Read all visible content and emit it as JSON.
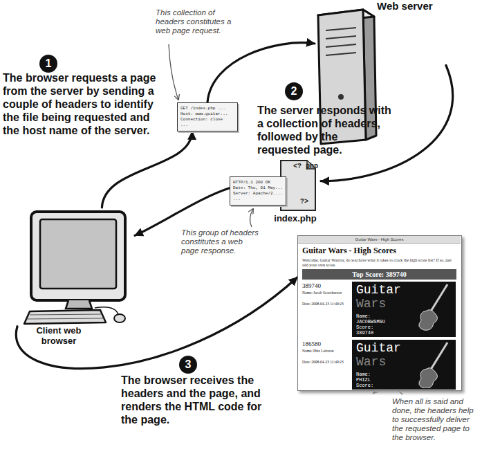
{
  "diagram": {
    "nodes": [
      {
        "text": [
          "Web server"
        ]
      },
      {
        "text": [
          "GET /index.php ...",
          "Host: www.guitar...",
          "Connection: close",
          "..."
        ]
      },
      {
        "text": [
          "HTTP/1.1 200 OK",
          "Date: Thu, 01 May...",
          "Server: Apache/2....",
          "..."
        ]
      },
      {
        "text": [
          "<? php",
          "?>",
          "index.php"
        ]
      },
      {
        "text": [
          "Client web browser"
        ]
      },
      {
        "text": [
          "Guitar Wars - High Scores",
          "Guitar Wars - High Scores",
          "Welcome, Guitar Warrior, do you have what it takes to crack the high score list? If so, just add your own score.",
          "Top Score: 389740",
          "389740",
          "Name: Jacob Scorcherson",
          "Date: 2008-04-23 11:49:23",
          "186580",
          "Name: Phiz Lairston",
          "Date: 2008-04-23 11:49:23"
        ]
      },
      {
        "text": [
          "Guitar",
          "Wars",
          "Name:",
          "JACOBWSMSU",
          "Score:",
          "389740"
        ],
        "in": 5
      },
      {
        "text": [
          "Guitar",
          "Wars",
          "Name:",
          "PHIZL",
          "Score:"
        ],
        "in": 5
      }
    ],
    "edges": [
      {
        "from": 4,
        "to": 1,
        "arrow": "to"
      },
      {
        "from": 1,
        "to": 0,
        "arrow": "to"
      },
      {
        "from": 0,
        "to": 3,
        "arrow": "to"
      },
      {
        "from": 2,
        "to": 4,
        "arrow": "to"
      },
      {
        "from": 4,
        "to": 5,
        "arrow": "to"
      }
    ],
    "labels": [
      "1",
      "The browser requests a page from the server by sending a couple of headers to identify the file being requested and the host name of the server.",
      "This collection of headers constitutes a web page request.",
      "2",
      "The server responds with a collection of headers, followed by the requested page.",
      "This group of headers constitutes a web page response.",
      "3",
      "The browser receives the headers and the page, and renders the HTML code for the page.",
      "When all is said and done, the headers help to successfully deliver the requested page to the browser."
    ]
  }
}
